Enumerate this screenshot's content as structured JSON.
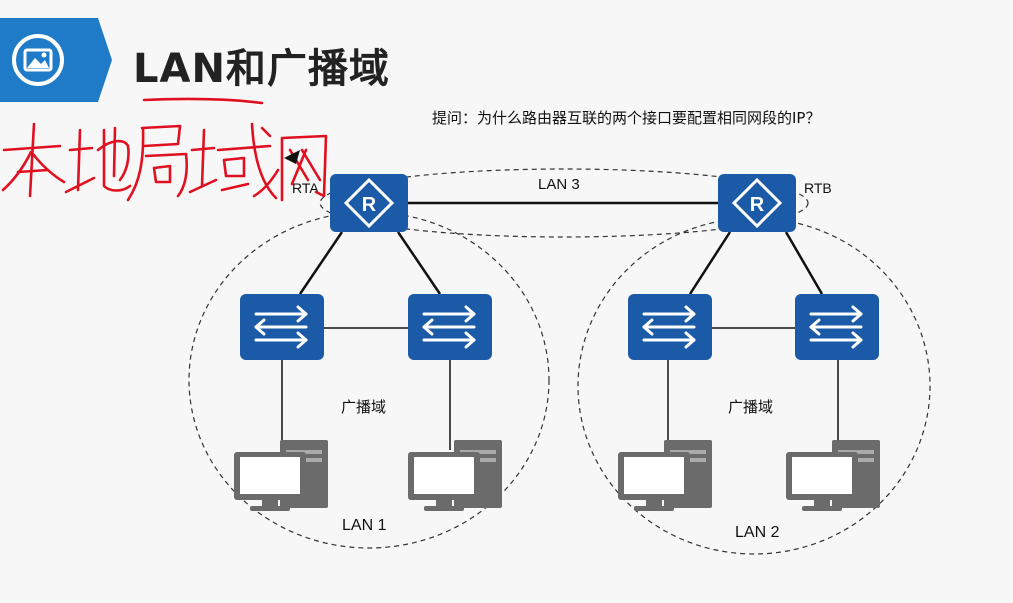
{
  "slide": {
    "title": "LAN和广播域",
    "question": "提问：为什么路由器互联的两个接口要配置相同网段的IP？",
    "handwritten_annotation": "本地局域网"
  },
  "diagram": {
    "routers": [
      {
        "id": "rta",
        "label": "RTA"
      },
      {
        "id": "rtb",
        "label": "RTB"
      }
    ],
    "lan_labels": [
      "LAN 1",
      "LAN 2",
      "LAN 3"
    ],
    "broadcast_domain_label": "广播域",
    "colors": {
      "device_blue": "#1a5aa6",
      "banner_blue": "#1f7bc7",
      "pc_gray": "#6b6b6b",
      "annotation_red": "#e01020"
    },
    "icons": [
      "router-icon",
      "switch-icon",
      "pc-icon",
      "picture-icon"
    ]
  }
}
